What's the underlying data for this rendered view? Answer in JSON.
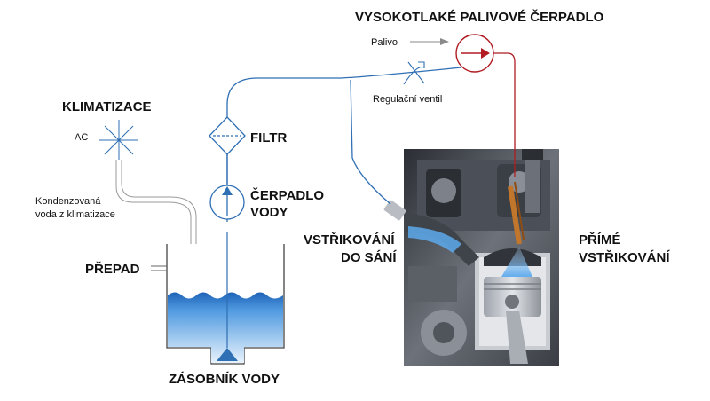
{
  "labels": {
    "pump_high_pressure": "VYSOKOTLAKÉ PALIVOVÉ ČERPADLO",
    "fuel": "Palivo",
    "regulating_valve": "Regulační ventil",
    "air_conditioning": "KLIMATIZACE",
    "ac": "AC",
    "condensate_line1": "Kondenzovaná",
    "condensate_line2": "voda z klimatizace",
    "filter": "FILTR",
    "water_pump_line1": "ČERPADLO",
    "water_pump_line2": "VODY",
    "overflow": "PŘEPAD",
    "water_tank": "ZÁSOBNÍK VODY",
    "port_injection_line1": "VSTŘIKOVÁNÍ",
    "port_injection_line2": "DO SÁNÍ",
    "direct_injection_line1": "PŘÍMÉ",
    "direct_injection_line2": "VSTŘIKOVÁNÍ"
  },
  "colors": {
    "water_line": "#2f6fb4",
    "fuel_line": "#b01c22",
    "condensate_line": "#9a9a9a",
    "tank_water": "#4a8fd8"
  }
}
